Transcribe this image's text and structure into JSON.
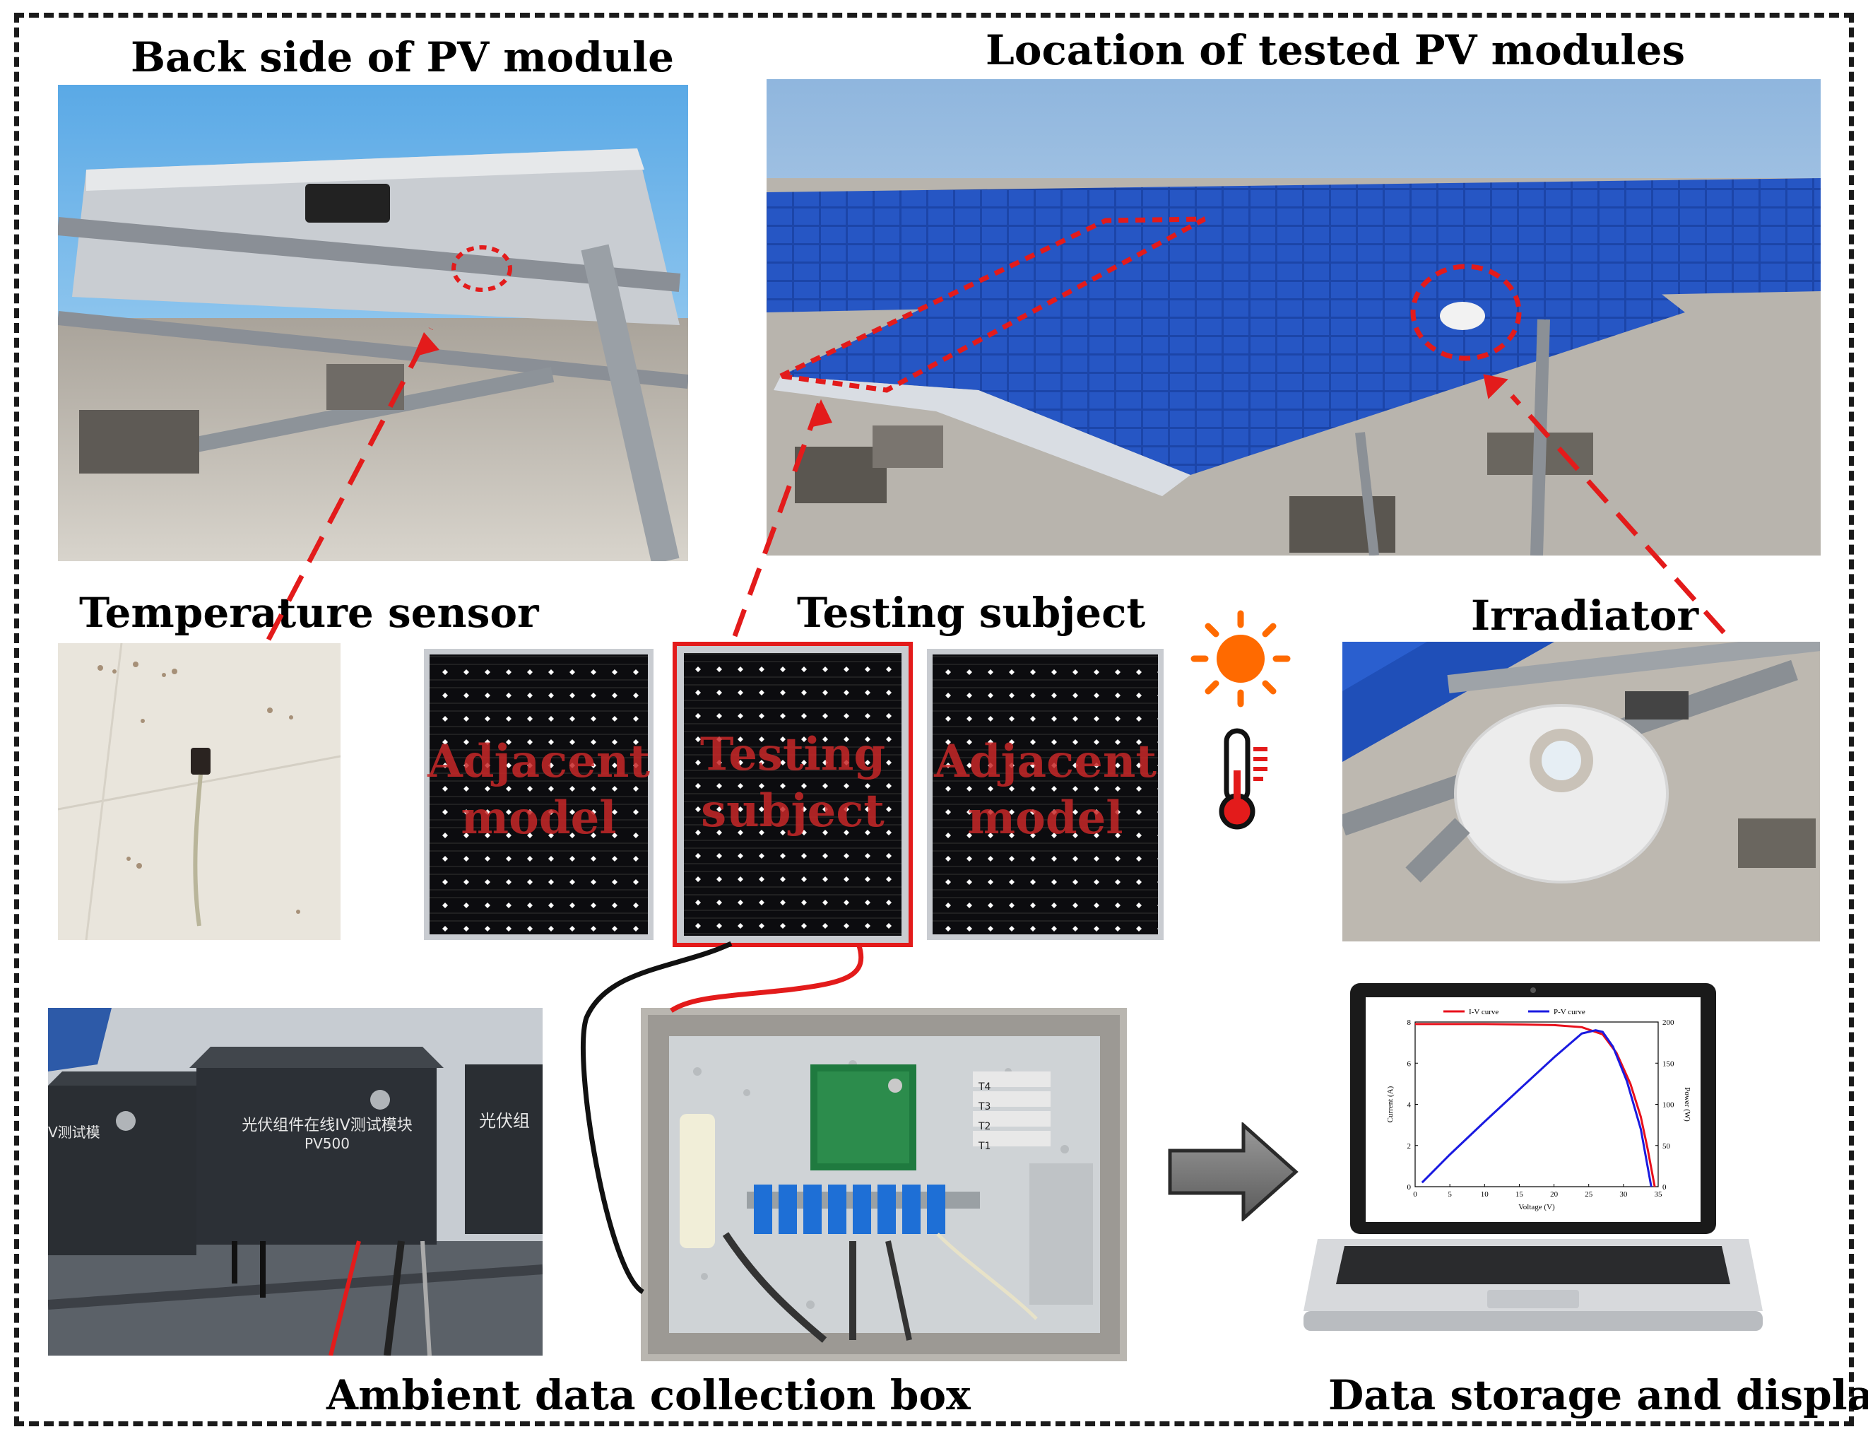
{
  "captions": {
    "back_side": "Back side of PV module",
    "location": "Location of tested PV modules",
    "temperature_sensor": "Temperature sensor",
    "testing_subject": "Testing subject",
    "irradiator": "Irradiator",
    "ambient_box": "Ambient data collection box",
    "data_storage": "Data storage and display"
  },
  "panels": [
    {
      "label_line1": "Adjacent",
      "label_line2": "model"
    },
    {
      "label_line1": "Testing",
      "label_line2": "subject"
    },
    {
      "label_line1": "Adjacent",
      "label_line2": "model"
    }
  ],
  "device_text": {
    "line1": "光伏组件在线IV测试模块",
    "line2": "PV500",
    "left_partial": "V测试模",
    "right_partial": "光伏组"
  },
  "box_labels": [
    "T4",
    "T3",
    "T2",
    "T1"
  ],
  "icons": [
    "sun-icon",
    "thermometer-icon",
    "arrow-right-icon"
  ],
  "colors": {
    "accent": "#e31b1b",
    "sun": "#ff6a00",
    "iv_curve": "#e8101b",
    "pv_curve": "#1a1ae0"
  },
  "laptop_chart": {
    "chart_data": {
      "type": "line",
      "title": "",
      "xlabel": "Voltage (V)",
      "ylabel": "Current (A)",
      "y2label": "Power (W)",
      "xlim": [
        0,
        35
      ],
      "ylim": [
        0,
        8
      ],
      "y2lim": [
        0,
        200
      ],
      "x_ticks": [
        "0",
        "5",
        "10",
        "15",
        "20",
        "25",
        "30",
        "35"
      ],
      "y_ticks": [
        "0",
        "2",
        "4",
        "6",
        "8"
      ],
      "y2_ticks": [
        "0",
        "50",
        "100",
        "150",
        "200"
      ],
      "legend": "top",
      "series": [
        {
          "name": "I-V curve",
          "axis": "left",
          "x": [
            0,
            5,
            10,
            15,
            20,
            24,
            27,
            29,
            31,
            32.5,
            33.5,
            34.5
          ],
          "y": [
            7.9,
            7.9,
            7.9,
            7.88,
            7.85,
            7.75,
            7.4,
            6.5,
            5.0,
            3.4,
            1.8,
            0
          ]
        },
        {
          "name": "P-V curve",
          "axis": "right",
          "x": [
            1,
            5,
            10,
            15,
            20,
            24,
            26,
            27,
            28.5,
            30.5,
            32.5,
            34
          ],
          "y": [
            5,
            39,
            79,
            118,
            157,
            186,
            190,
            188,
            170,
            128,
            70,
            0
          ]
        }
      ]
    }
  }
}
